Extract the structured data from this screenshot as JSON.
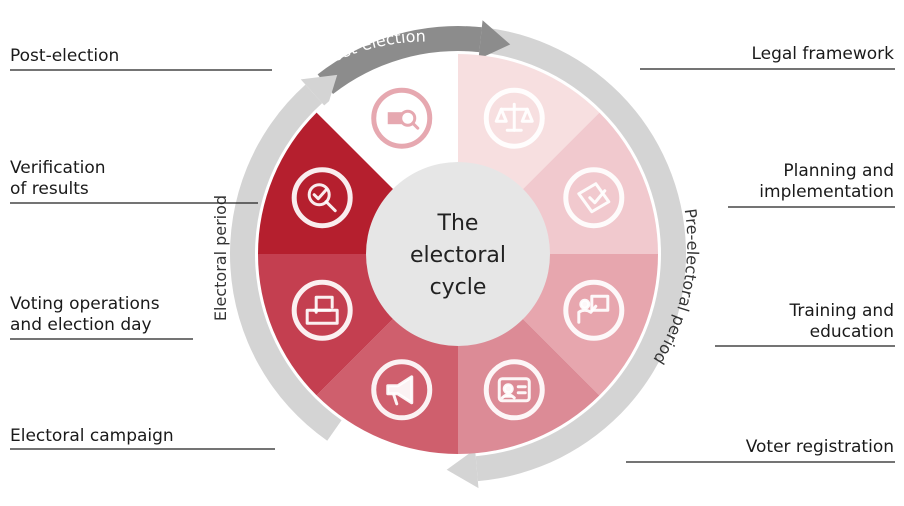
{
  "center": {
    "line1": "The",
    "line2": "electoral",
    "line3": "cycle"
  },
  "arcs": {
    "post_election": "Post-election",
    "electoral_period": "Electoral period",
    "pre_electoral_period": "Pre-electoral period"
  },
  "labels": {
    "post_election": [
      "Post-election"
    ],
    "verification": [
      "Verification",
      "of results"
    ],
    "voting": [
      "Voting operations",
      "and election day"
    ],
    "campaign": [
      "Electoral campaign"
    ],
    "legal": [
      "Legal framework"
    ],
    "planning": [
      "Planning and",
      "implementation"
    ],
    "training": [
      "Training and",
      "education"
    ],
    "registration": [
      "Voter registration"
    ]
  },
  "segments": [
    {
      "name": "post-election",
      "color": "#ffffff",
      "icon": "document-search-icon"
    },
    {
      "name": "legal-framework",
      "color": "#f7dfe0",
      "icon": "scales-icon"
    },
    {
      "name": "planning-implementation",
      "color": "#f1c9ce",
      "icon": "checklist-icon"
    },
    {
      "name": "training-education",
      "color": "#e7a6ae",
      "icon": "teacher-icon"
    },
    {
      "name": "voter-registration",
      "color": "#dc8b96",
      "icon": "id-card-icon"
    },
    {
      "name": "electoral-campaign",
      "color": "#cf5f6d",
      "icon": "megaphone-icon"
    },
    {
      "name": "voting-operations",
      "color": "#c43f50",
      "icon": "ballot-box-icon"
    },
    {
      "name": "verification-results",
      "color": "#b51f2e",
      "icon": "magnifier-check-icon"
    }
  ],
  "colors": {
    "arc_gray": "#d4d4d4",
    "arc_dark": "#8c8c8c",
    "center_gray": "#e6e6e6"
  }
}
